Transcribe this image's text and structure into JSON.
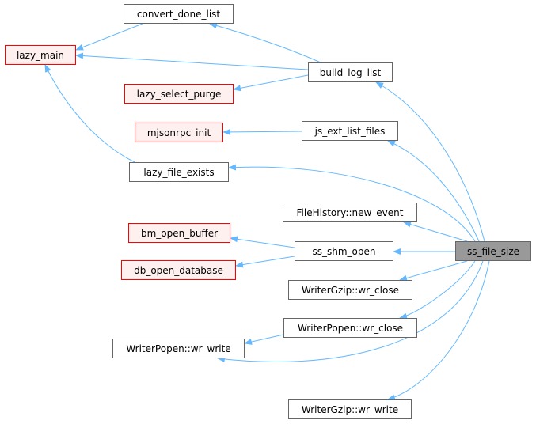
{
  "nodes": {
    "convert_done_list": "convert_done_list",
    "lazy_main": "lazy_main",
    "build_log_list": "build_log_list",
    "lazy_select_purge": "lazy_select_purge",
    "mjsonrpc_init": "mjsonrpc_init",
    "js_ext_list_files": "js_ext_list_files",
    "lazy_file_exists": "lazy_file_exists",
    "filehistory_new_event": "FileHistory::new_event",
    "bm_open_buffer": "bm_open_buffer",
    "ss_shm_open": "ss_shm_open",
    "ss_file_size": "ss_file_size",
    "db_open_database": "db_open_database",
    "writergzip_wr_close": "WriterGzip::wr_close",
    "writerpopen_wr_close": "WriterPopen::wr_close",
    "writerpopen_wr_write": "WriterPopen::wr_write",
    "writergzip_wr_write": "WriterGzip::wr_write"
  },
  "colors": {
    "edge": "#63b8ff",
    "external_border": "#ff0000",
    "external_fill": "#fff0f0",
    "default_border": "#666666",
    "highlight_fill": "#999999"
  }
}
